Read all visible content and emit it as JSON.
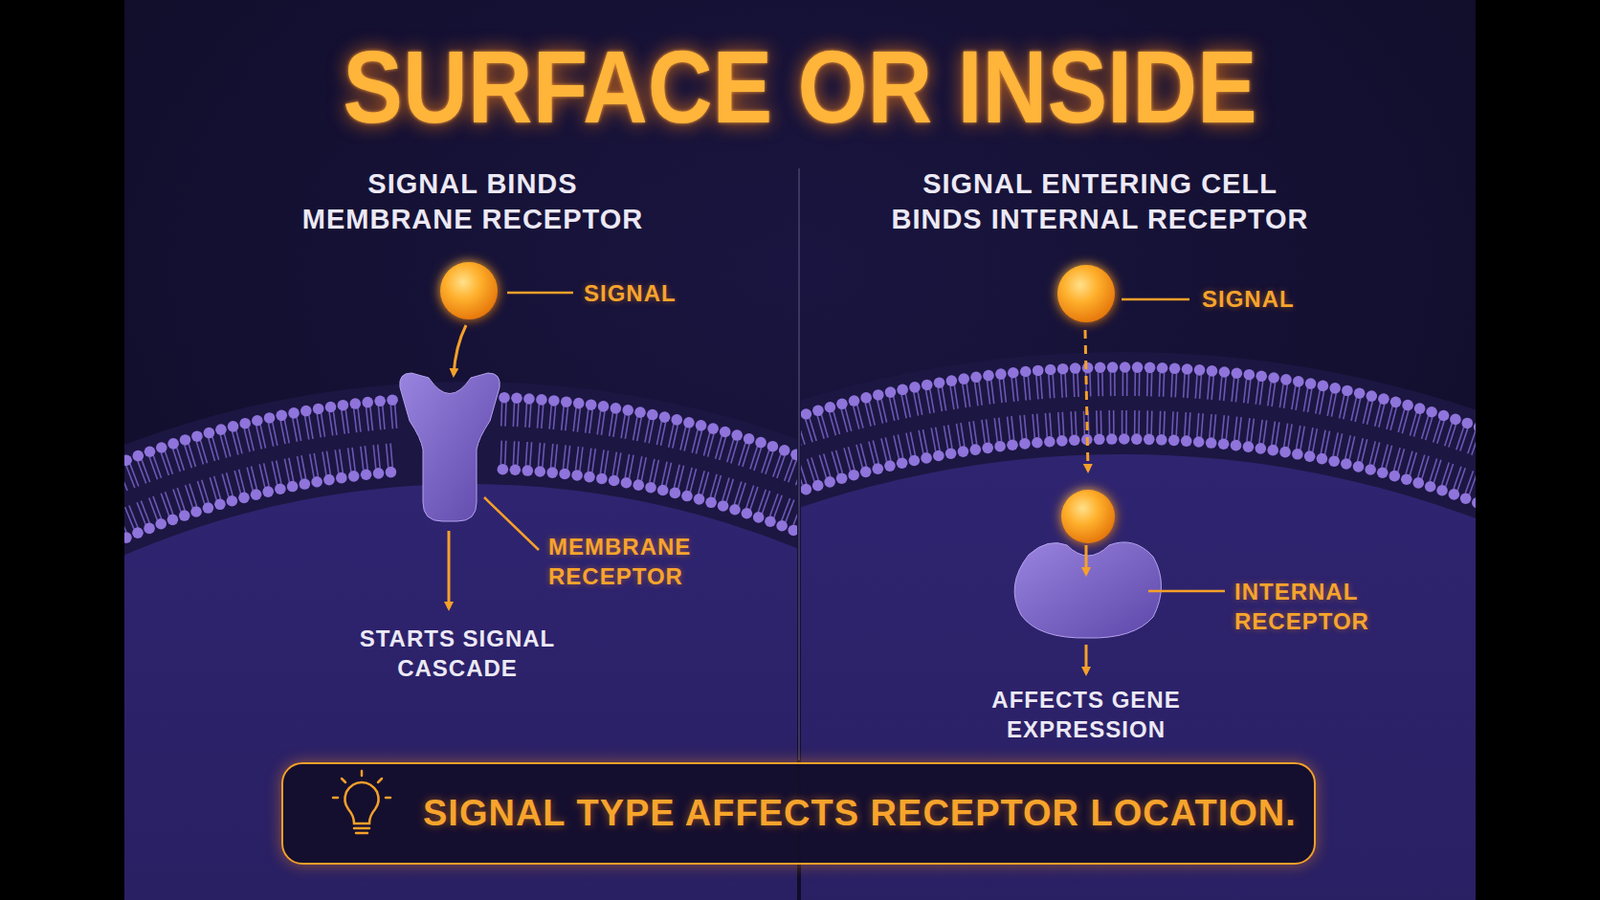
{
  "diagram": {
    "title": "SURFACE OR INSIDE",
    "nodes": [
      {
        "text": [
          "SIGNAL TYPE AFFECTS RECEPTOR LOCATION."
        ]
      }
    ],
    "labels": [
      "SIGNAL BINDS MEMBRANE RECEPTOR",
      "SIGNAL",
      "MEMBRANE RECEPTOR",
      "STARTS SIGNAL CASCADE",
      "SIGNAL ENTERING CELL BINDS INTERNAL RECEPTOR",
      "SIGNAL",
      "INTERNAL RECEPTOR",
      "AFFECTS GENE EXPRESSION"
    ]
  }
}
